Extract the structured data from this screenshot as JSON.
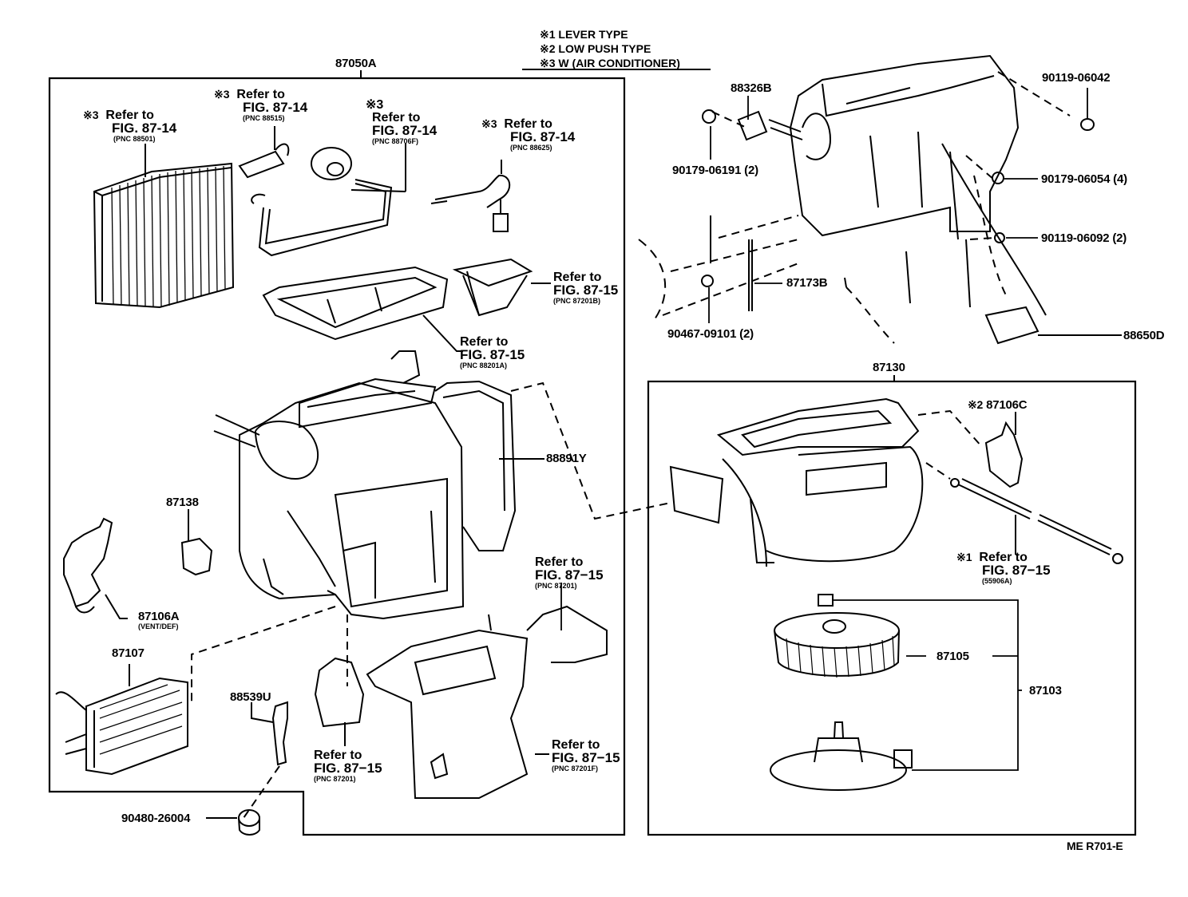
{
  "legend": {
    "items": [
      {
        "mark": "※1",
        "text": "LEVER TYPE"
      },
      {
        "mark": "※2",
        "text": "LOW PUSH TYPE"
      },
      {
        "mark": "※3",
        "text": "W (AIR CONDITIONER)"
      }
    ]
  },
  "assemblies": {
    "left_box": "87050A",
    "right_box": "87130"
  },
  "references": [
    {
      "mark": "※3",
      "line1": "Refer to",
      "line2": "FIG. 87-14",
      "pnc": "(PNC 88501)"
    },
    {
      "mark": "※3",
      "line1": "Refer to",
      "line2": "FIG. 87-14",
      "pnc": "(PNC 88515)"
    },
    {
      "mark": "※3",
      "line1": "Refer to",
      "line2": "FIG. 87-14",
      "pnc": "(PNC 88706F)"
    },
    {
      "mark": "※3",
      "line1": "Refer to",
      "line2": "FIG. 87-14",
      "pnc": "(PNC 88625)"
    },
    {
      "mark": "",
      "line1": "Refer to",
      "line2": "FIG. 87-15",
      "pnc": "(PNC 87201B)"
    },
    {
      "mark": "",
      "line1": "Refer to",
      "line2": "FIG. 87-15",
      "pnc": "(PNC 88201A)"
    },
    {
      "mark": "",
      "line1": "Refer to",
      "line2": "FIG. 87−15",
      "pnc": "(PNC 87201)"
    },
    {
      "mark": "",
      "line1": "Refer to",
      "line2": "FIG. 87−15",
      "pnc": "(PNC 87201)"
    },
    {
      "mark": "",
      "line1": "Refer to",
      "line2": "FIG. 87−15",
      "pnc": "(PNC 87201F)"
    },
    {
      "mark": "※1",
      "line1": "Refer to",
      "line2": "FIG. 87−15",
      "pnc": "(55906A)"
    }
  ],
  "parts": {
    "p88891Y": "88891Y",
    "p87138": "87138",
    "p87106A": "87106A",
    "p87106A_note": "(VENT/DEF)",
    "p87107": "87107",
    "p88539U": "88539U",
    "p90480": "90480-26004",
    "p88326B": "88326B",
    "p90179_06191": "90179-06191 (2)",
    "p90119_06042": "90119-06042",
    "p90179_06054": "90179-06054 (4)",
    "p90119_06092": "90119-06092 (2)",
    "p87173B": "87173B",
    "p90467": "90467-09101 (2)",
    "p88650D": "88650D",
    "p87106C_mark": "※2",
    "p87106C": "87106C",
    "p87105": "87105",
    "p87103": "87103"
  },
  "footer": {
    "code": "ME  R701-E"
  }
}
